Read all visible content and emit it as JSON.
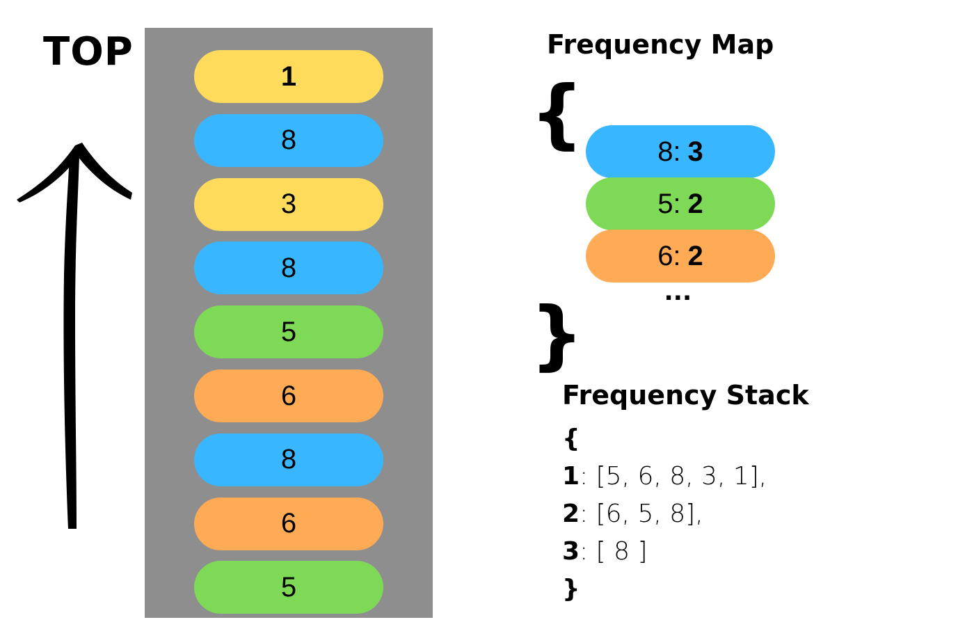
{
  "top_label": "TOP",
  "colors": {
    "panel": "#8e8e8e",
    "yellow": "#ffdb5c",
    "blue": "#38b6ff",
    "green": "#7ed957",
    "orange": "#ffaa55"
  },
  "stack": [
    {
      "value": "1",
      "color": "yellow",
      "bold": true
    },
    {
      "value": "8",
      "color": "blue"
    },
    {
      "value": "3",
      "color": "yellow"
    },
    {
      "value": "8",
      "color": "blue"
    },
    {
      "value": "5",
      "color": "green"
    },
    {
      "value": "6",
      "color": "orange"
    },
    {
      "value": "8",
      "color": "blue"
    },
    {
      "value": "6",
      "color": "orange"
    },
    {
      "value": "5",
      "color": "green"
    }
  ],
  "frequency_map": {
    "title": "Frequency Map",
    "open_brace": "{",
    "close_brace": "}",
    "entries": [
      {
        "key": "8:",
        "count": "3",
        "color": "blue"
      },
      {
        "key": "5:",
        "count": "2",
        "color": "green"
      },
      {
        "key": "6:",
        "count": "2",
        "color": "orange"
      }
    ],
    "ellipsis": "..."
  },
  "frequency_stack": {
    "title": "Frequency Stack",
    "open_brace": "{",
    "close_brace": "}",
    "rows": [
      {
        "level": "1",
        "list": ": [5, 6, 8, 3, 1],"
      },
      {
        "level": "2",
        "list": ": [6, 5, 8],"
      },
      {
        "level": "3",
        "list": ": [ 8 ]"
      }
    ]
  }
}
